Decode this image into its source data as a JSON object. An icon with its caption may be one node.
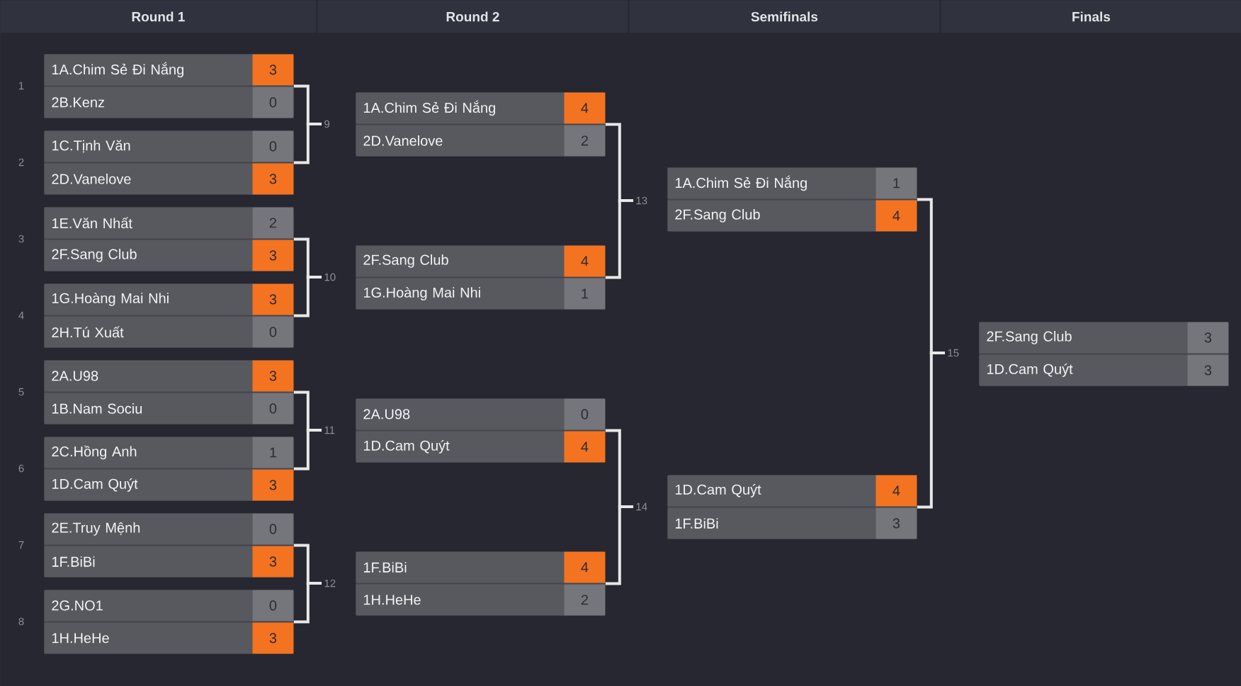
{
  "diagram": {
    "nodes": [
      {
        "text": [
          "Round 1"
        ]
      },
      {
        "text": [
          "Round 2"
        ]
      },
      {
        "text": [
          "Semifinals"
        ]
      },
      {
        "text": [
          "Finals"
        ]
      },
      {
        "text": [],
        "shape": "box",
        "beside": [
          "1"
        ]
      },
      {
        "text": [
          "1A.Chim Sẻ Đi Nắng",
          "3"
        ],
        "in": 4
      },
      {
        "text": [
          "2B.Kenz",
          "0"
        ],
        "in": 4
      },
      {
        "text": [],
        "shape": "box",
        "beside": [
          "2"
        ]
      },
      {
        "text": [
          "1C.Tịnh Văn",
          "0"
        ],
        "in": 7
      },
      {
        "text": [
          "2D.Vanelove",
          "3"
        ],
        "in": 7
      },
      {
        "text": [],
        "shape": "box",
        "beside": [
          "3"
        ]
      },
      {
        "text": [
          "1E.Văn Nhất",
          "2"
        ],
        "in": 10
      },
      {
        "text": [
          "2F.Sang Club",
          "3"
        ],
        "in": 10
      },
      {
        "text": [],
        "shape": "box",
        "beside": [
          "4"
        ]
      },
      {
        "text": [
          "1G.Hoàng Mai Nhi",
          "3"
        ],
        "in": 13
      },
      {
        "text": [
          "2H.Tú Xuất",
          "0"
        ],
        "in": 13
      },
      {
        "text": [],
        "shape": "box",
        "beside": [
          "5"
        ]
      },
      {
        "text": [
          "2A.U98",
          "3"
        ],
        "in": 16
      },
      {
        "text": [
          "1B.Nam Sociu",
          "0"
        ],
        "in": 16
      },
      {
        "text": [],
        "shape": "box",
        "beside": [
          "6"
        ]
      },
      {
        "text": [
          "2C.Hồng Anh",
          "1"
        ],
        "in": 19
      },
      {
        "text": [
          "1D.Cam Quýt",
          "3"
        ],
        "in": 19
      },
      {
        "text": [],
        "shape": "box",
        "beside": [
          "7"
        ]
      },
      {
        "text": [
          "2E.Truy Mệnh",
          "0"
        ],
        "in": 22
      },
      {
        "text": [
          "1F.BiBi",
          "3"
        ],
        "in": 22
      },
      {
        "text": [],
        "shape": "box",
        "beside": [
          "8"
        ]
      },
      {
        "text": [
          "2G.NO1",
          "0"
        ],
        "in": 25
      },
      {
        "text": [
          "1H.HeHe",
          "3"
        ],
        "in": 25
      },
      {
        "text": [
          "9"
        ]
      },
      {
        "text": [
          "10"
        ]
      },
      {
        "text": [
          "11"
        ]
      },
      {
        "text": [
          "12"
        ]
      },
      {
        "text": [],
        "shape": "box"
      },
      {
        "text": [
          "1A.Chim Sẻ Đi Nắng",
          "4"
        ],
        "in": 32
      },
      {
        "text": [
          "2D.Vanelove",
          "2"
        ],
        "in": 32
      },
      {
        "text": [],
        "shape": "box"
      },
      {
        "text": [
          "2F.Sang Club",
          "4"
        ],
        "in": 35
      },
      {
        "text": [
          "1G.Hoàng Mai Nhi",
          "1"
        ],
        "in": 35
      },
      {
        "text": [],
        "shape": "box"
      },
      {
        "text": [
          "2A.U98",
          "0"
        ],
        "in": 38
      },
      {
        "text": [
          "1D.Cam Quýt",
          "4"
        ],
        "in": 38
      },
      {
        "text": [],
        "shape": "box"
      },
      {
        "text": [
          "1F.BiBi",
          "4"
        ],
        "in": 41
      },
      {
        "text": [
          "1H.HeHe",
          "2"
        ],
        "in": 41
      },
      {
        "text": [
          "13"
        ]
      },
      {
        "text": [
          "14"
        ]
      },
      {
        "text": [],
        "shape": "box"
      },
      {
        "text": [
          "1A.Chim Sẻ Đi Nắng",
          "1"
        ],
        "in": 46
      },
      {
        "text": [
          "2F.Sang Club",
          "4"
        ],
        "in": 46
      },
      {
        "text": [],
        "shape": "box"
      },
      {
        "text": [
          "1D.Cam Quýt",
          "4"
        ],
        "in": 49
      },
      {
        "text": [
          "1F.BiBi",
          "3"
        ],
        "in": 49
      },
      {
        "text": [
          "15"
        ]
      },
      {
        "text": [],
        "shape": "box"
      },
      {
        "text": [
          "2F.Sang Club",
          "3"
        ],
        "in": 53
      },
      {
        "text": [
          "1D.Cam Quýt",
          "3"
        ],
        "in": 53
      }
    ],
    "edges": [
      {
        "from": 4,
        "to": 28,
        "arrow": "none"
      },
      {
        "from": 7,
        "to": 28,
        "arrow": "none"
      },
      {
        "from": 10,
        "to": 29,
        "arrow": "none"
      },
      {
        "from": 13,
        "to": 29,
        "arrow": "none"
      },
      {
        "from": 16,
        "to": 30,
        "arrow": "none"
      },
      {
        "from": 19,
        "to": 30,
        "arrow": "none"
      },
      {
        "from": 22,
        "to": 31,
        "arrow": "none"
      },
      {
        "from": 25,
        "to": 31,
        "arrow": "none"
      },
      {
        "from": 32,
        "to": 44,
        "arrow": "none"
      },
      {
        "from": 35,
        "to": 44,
        "arrow": "none"
      },
      {
        "from": 38,
        "to": 45,
        "arrow": "none"
      },
      {
        "from": 41,
        "to": 45,
        "arrow": "none"
      },
      {
        "from": 46,
        "to": 52,
        "arrow": "none"
      },
      {
        "from": 49,
        "to": 52,
        "arrow": "none"
      }
    ]
  }
}
